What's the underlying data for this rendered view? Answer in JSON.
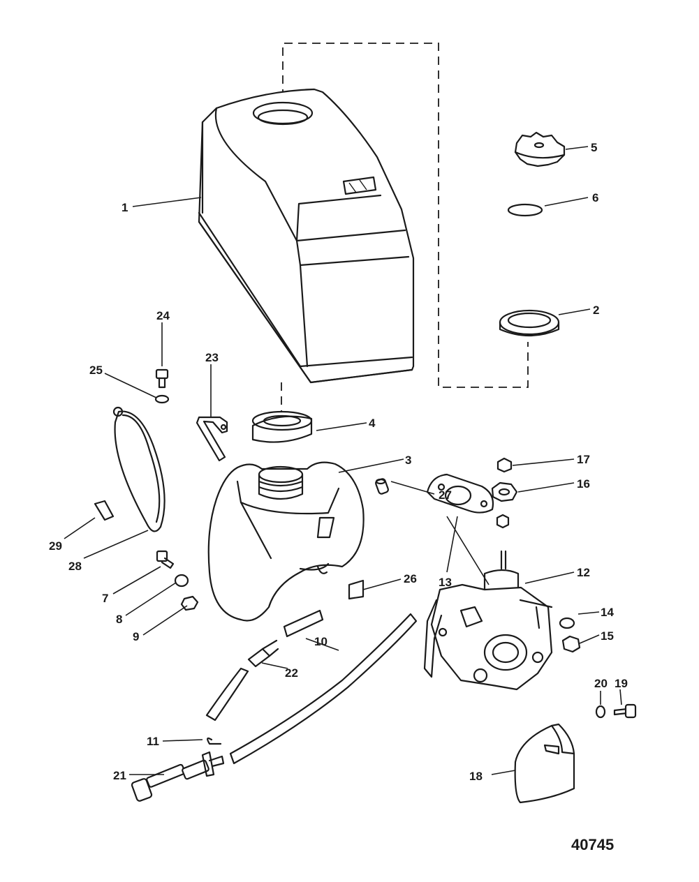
{
  "diagram": {
    "callouts": {
      "c1": "1",
      "c2": "2",
      "c3": "3",
      "c4": "4",
      "c5": "5",
      "c6": "6",
      "c7": "7",
      "c8": "8",
      "c9": "9",
      "c10": "10",
      "c11": "11",
      "c12": "12",
      "c13": "13",
      "c14": "14",
      "c15": "15",
      "c16": "16",
      "c17": "17",
      "c18": "18",
      "c19": "19",
      "c20": "20",
      "c21": "21",
      "c22": "22",
      "c23": "23",
      "c24": "24",
      "c25": "25",
      "c26": "26",
      "c27": "27",
      "c28": "28",
      "c29": "29"
    },
    "drawing_number": "40745"
  }
}
